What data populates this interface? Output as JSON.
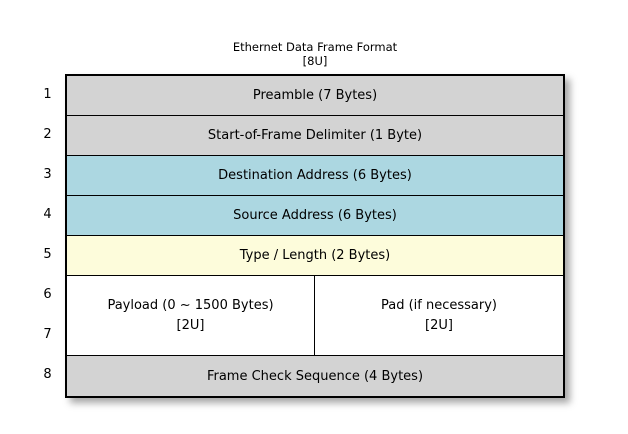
{
  "title": {
    "line1": "Ethernet Data Frame Format",
    "line2": "[8U]"
  },
  "row_numbers": [
    "1",
    "2",
    "3",
    "4",
    "5",
    "6",
    "7",
    "8"
  ],
  "fields": {
    "preamble": "Preamble (7 Bytes)",
    "sfd": "Start-of-Frame Delimiter (1 Byte)",
    "destination": "Destination Address (6 Bytes)",
    "source": "Source Address (6 Bytes)",
    "type_length": "Type / Length (2 Bytes)",
    "payload": {
      "line1": "Payload (0 ~ 1500 Bytes)",
      "line2": "[2U]"
    },
    "pad": {
      "line1": "Pad (if necessary)",
      "line2": "[2U]"
    },
    "fcs": "Frame Check Sequence (4 Bytes)"
  },
  "colors": {
    "gray": "#D3D3D3",
    "blue": "#ACD7E1",
    "yellow": "#FDFCDB",
    "white": "#FFFFFF",
    "border": "#000000",
    "text": "#000000",
    "background": "#FFFFFF"
  }
}
